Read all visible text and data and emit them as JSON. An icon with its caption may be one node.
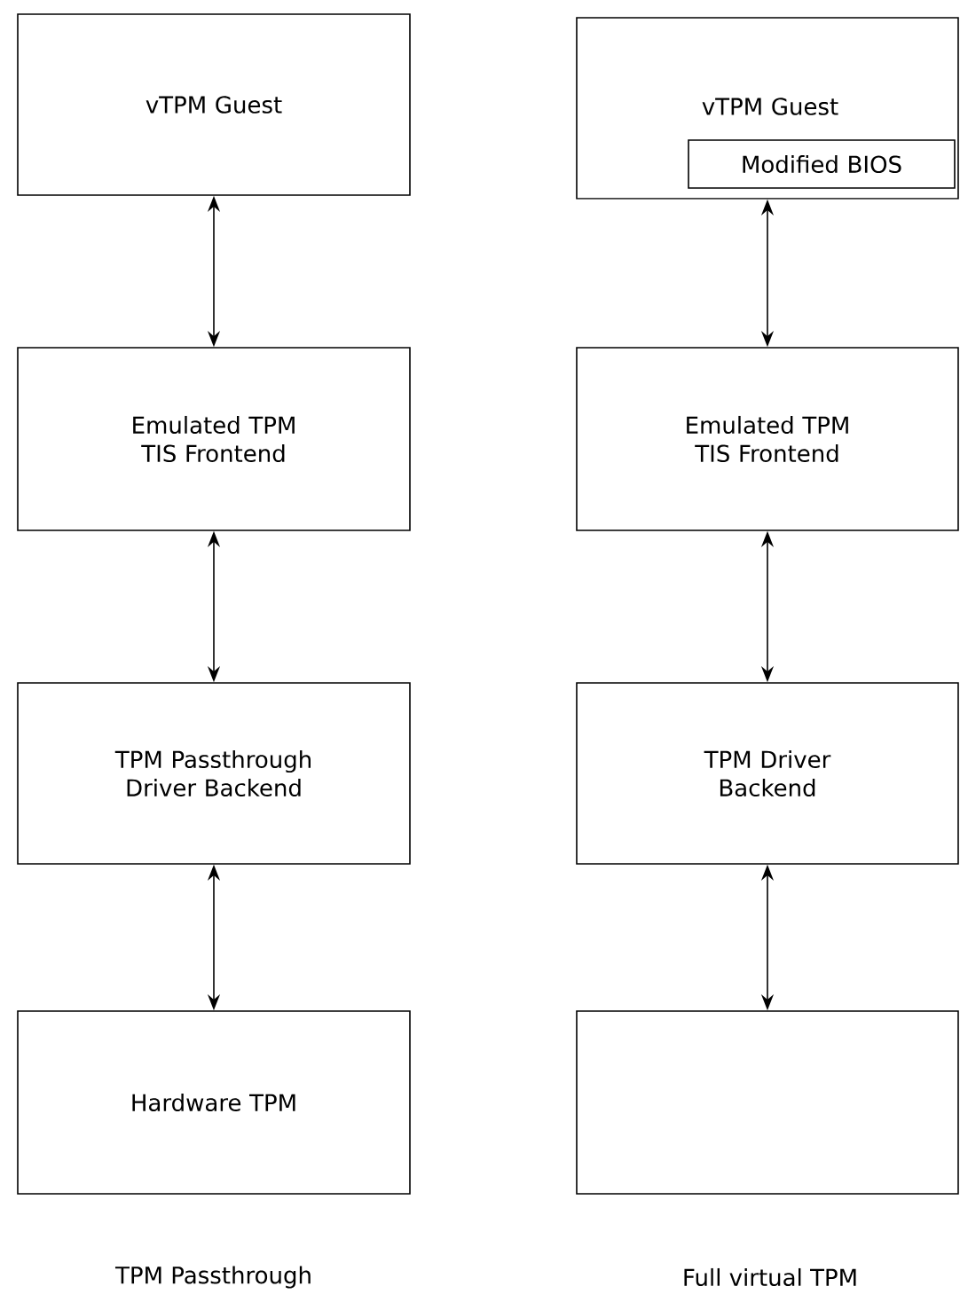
{
  "diagram": {
    "nodes": [
      {
        "text": [
          "vTPM Guest"
        ]
      },
      {
        "text": [
          "Emulated TPM TIS Frontend"
        ]
      },
      {
        "text": [
          "TPM Passthrough Driver Backend"
        ]
      },
      {
        "text": [
          "Hardware TPM"
        ]
      },
      {
        "text": [
          "vTPM Guest"
        ]
      },
      {
        "text": [
          "Modified BIOS"
        ],
        "in": 4
      },
      {
        "text": [
          "Emulated TPM TIS Frontend"
        ]
      },
      {
        "text": [
          "TPM Driver Backend"
        ]
      },
      {
        "text": [],
        "shape": "box"
      }
    ],
    "edges": [
      {
        "from": 0,
        "to": 1,
        "arrow": "both"
      },
      {
        "from": 1,
        "to": 2,
        "arrow": "both"
      },
      {
        "from": 2,
        "to": 3,
        "arrow": "both"
      },
      {
        "from": 4,
        "to": 6,
        "arrow": "both"
      },
      {
        "from": 6,
        "to": 7,
        "arrow": "both"
      },
      {
        "from": 7,
        "to": 8,
        "arrow": "both"
      }
    ],
    "labels": [
      "TPM Passthrough",
      "Full virtual TPM"
    ]
  }
}
